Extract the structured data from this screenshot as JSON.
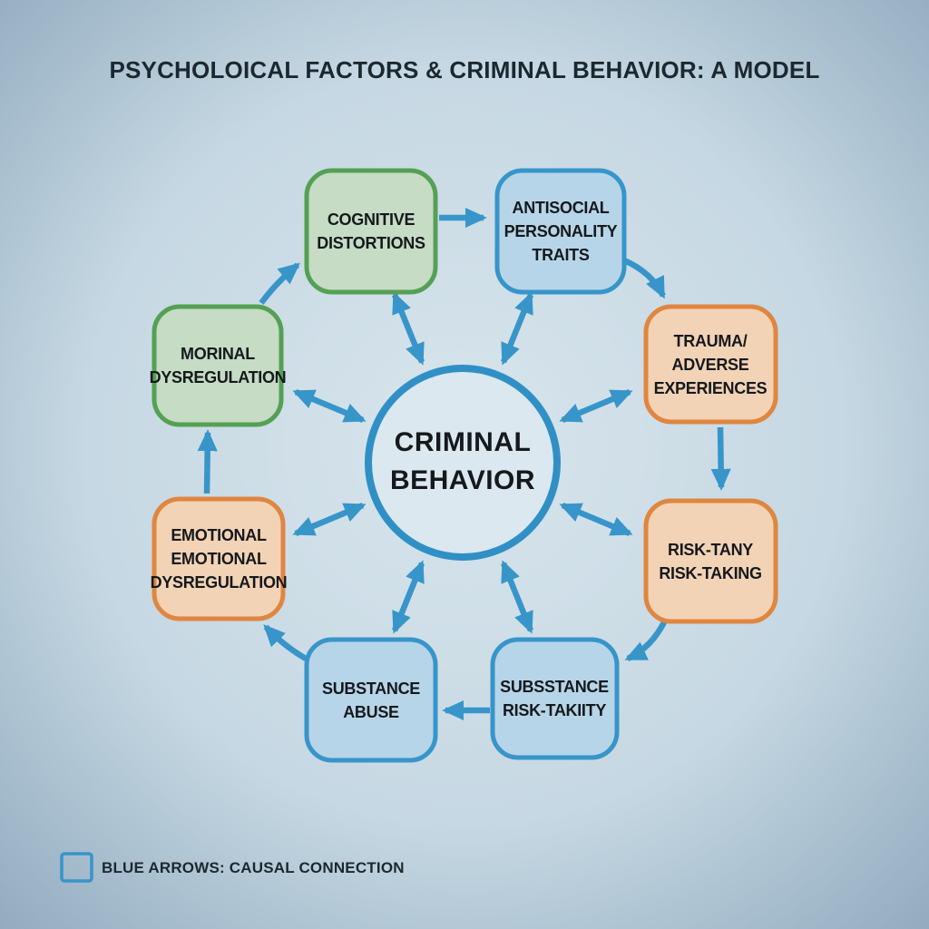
{
  "title": "PSYCHOLOICAL FACTORS & CRIMINAL BEHAVIOR: A MODEL",
  "center": {
    "lines": [
      "CRIMINAL",
      "BEHAVIOR"
    ]
  },
  "boxes": [
    {
      "id": "cognitive-distortions",
      "lines": [
        "COGNITIVE",
        "DISTORTIONS"
      ],
      "color_name": "green",
      "fill": "#c6dcc4",
      "stroke": "#55a055"
    },
    {
      "id": "antisocial-personality-traits",
      "lines": [
        "ANTISOCIAL",
        "PERSONALITY",
        "TRAITS"
      ],
      "color_name": "blue",
      "fill": "#b7d5e8",
      "stroke": "#3795c9"
    },
    {
      "id": "trauma-adverse-experiences",
      "lines": [
        "TRAUMA/",
        "ADVERSE",
        "EXPERIENCES"
      ],
      "color_name": "orange",
      "fill": "#f3d3b6",
      "stroke": "#df8640"
    },
    {
      "id": "risk-taking",
      "lines": [
        "RISK-TANY",
        "RISK-TAKING"
      ],
      "color_name": "orange",
      "fill": "#f3d3b6",
      "stroke": "#df8640"
    },
    {
      "id": "substance-risk-takiity",
      "lines": [
        "SUBSSTANCE",
        "RISK-TAKIITY"
      ],
      "color_name": "blue",
      "fill": "#b7d5e8",
      "stroke": "#3795c9"
    },
    {
      "id": "substance-abuse",
      "lines": [
        "SUBSTANCE",
        "ABUSE"
      ],
      "color_name": "blue",
      "fill": "#b7d5e8",
      "stroke": "#3795c9"
    },
    {
      "id": "emotional-dysregulation",
      "lines": [
        "EMOTIONAL",
        "EMOTIONAL",
        "DYSREGULATION"
      ],
      "color_name": "orange",
      "fill": "#f3d3b6",
      "stroke": "#df8640"
    },
    {
      "id": "morinal-dysregulation",
      "lines": [
        "MORINAL",
        "DYSREGULATION"
      ],
      "color_name": "green",
      "fill": "#c6dcc4",
      "stroke": "#55a055"
    }
  ],
  "legend": {
    "label": "BLUE ARROWS: CAUSAL CONNECTION"
  },
  "colors": {
    "arrow_blue": "#3795c9",
    "circle_border": "#3090c5",
    "circle_fill": "#dbe8ef",
    "green_box_fill": "#c6dcc4",
    "green_box_border": "#55a055",
    "blue_box_fill": "#b7d5e8",
    "blue_box_border": "#3795c9",
    "orange_box_fill": "#f3d3b6",
    "orange_box_border": "#df8640",
    "background_center": "#d8e5ec",
    "background_edge": "#8fa9bd",
    "text_dark": "#1b2830"
  }
}
